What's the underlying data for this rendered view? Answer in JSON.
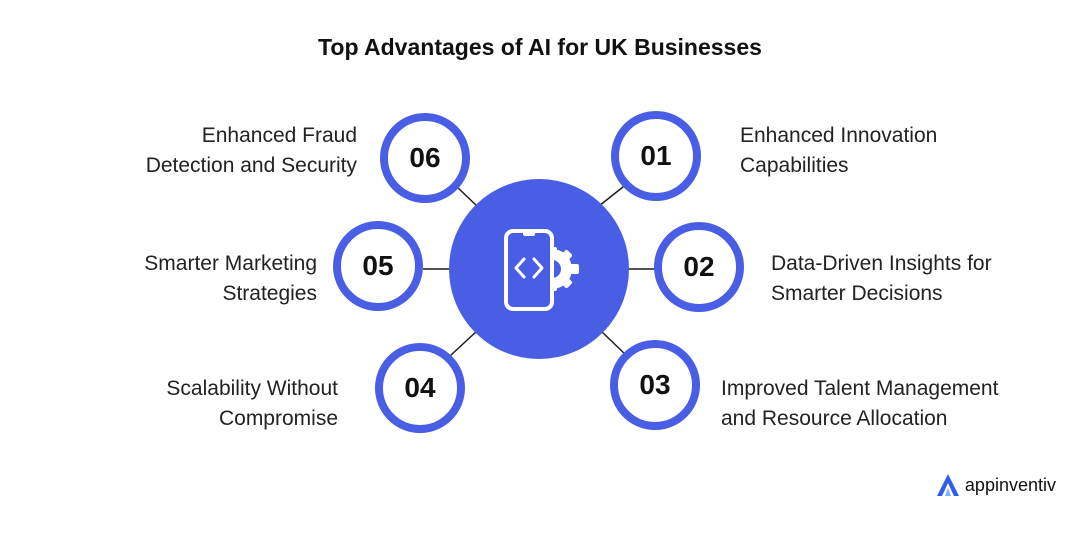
{
  "title": "Top Advantages of AI for UK Businesses",
  "colors": {
    "accent": "#4a5ee5",
    "connector": "#1c1c1c",
    "brand_mark": "#2f5ce8"
  },
  "hub": {
    "icon": "mobile-code-gear-icon"
  },
  "advantages": [
    {
      "number": "01",
      "line1": "Enhanced Innovation",
      "line2": "Capabilities"
    },
    {
      "number": "02",
      "line1": "Data-Driven Insights for",
      "line2": "Smarter Decisions"
    },
    {
      "number": "03",
      "line1": "Improved Talent Management",
      "line2": "and Resource Allocation"
    },
    {
      "number": "04",
      "line1": "Scalability Without",
      "line2": "Compromise"
    },
    {
      "number": "05",
      "line1": "Smarter Marketing",
      "line2": "Strategies"
    },
    {
      "number": "06",
      "line1": "Enhanced Fraud",
      "line2": "Detection and Security"
    }
  ],
  "brand": {
    "name": "appinventiv",
    "icon": "appinventiv-logo-icon"
  }
}
